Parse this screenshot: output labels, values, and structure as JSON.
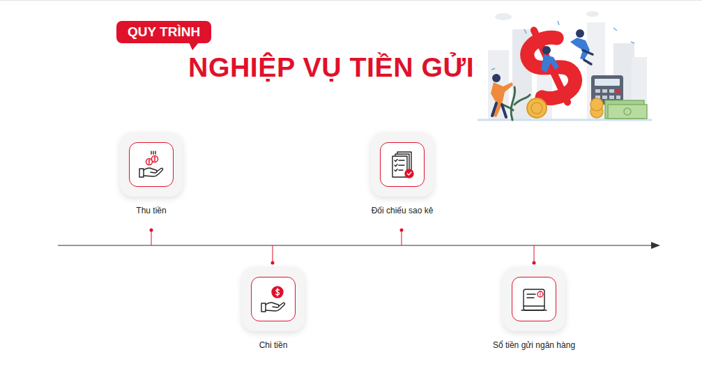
{
  "diagram": {
    "title": "NGHIỆP VỤ TIỀN GỬI",
    "nodes": [
      {
        "text": [
          "QUY TRÌNH"
        ]
      },
      {
        "text": [
          "Thu tiền"
        ]
      },
      {
        "text": [
          "Chi tiền"
        ]
      },
      {
        "text": [
          "Đối chiếu sao kê"
        ]
      },
      {
        "text": [
          "Sổ tiền gửi ngân hàng"
        ]
      }
    ]
  }
}
